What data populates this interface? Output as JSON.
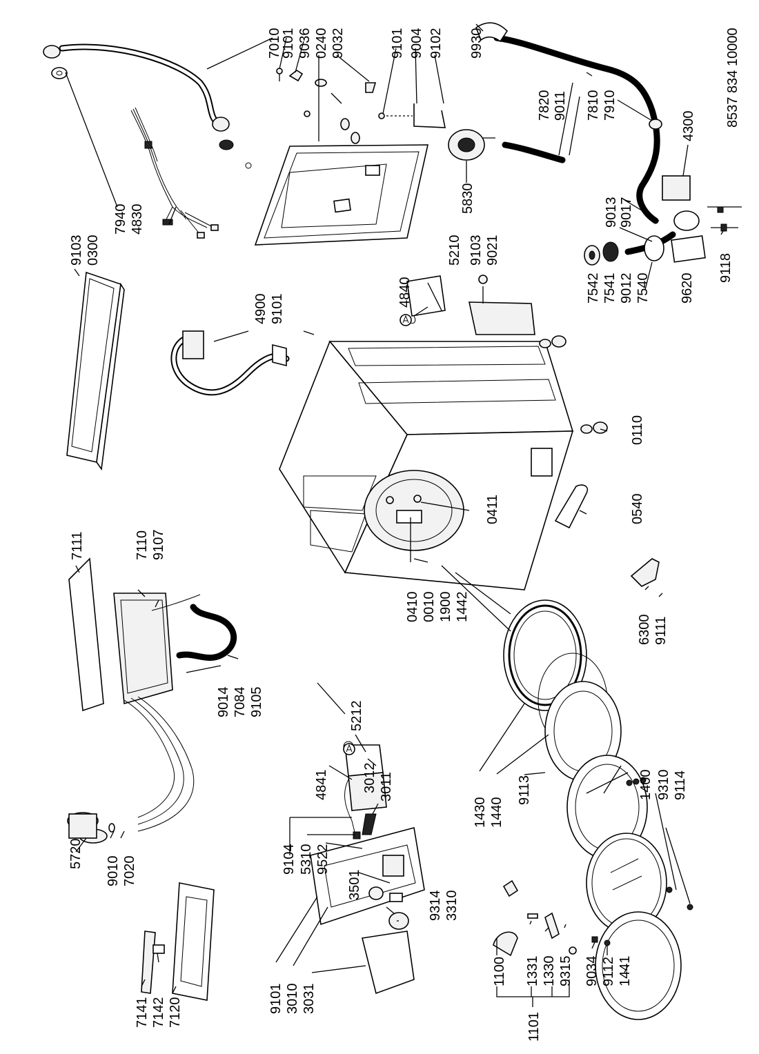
{
  "document_code": "8537 834 10000",
  "callouts": [
    "7010",
    "9101",
    "9036",
    "0240",
    "9032",
    "9101",
    "9004",
    "9102",
    "9930",
    "7820",
    "9011",
    "7810",
    "7910",
    "4300",
    "5830",
    "9013",
    "9017",
    "9103",
    "0300",
    "7940",
    "4830",
    "5210",
    "9103",
    "9021",
    "4840",
    "4900",
    "9101",
    "7542",
    "7541",
    "9012",
    "7540",
    "9620",
    "9118",
    "0110",
    "0411",
    "0540",
    "7111",
    "7110",
    "9107",
    "0410",
    "0010",
    "1900",
    "1442",
    "9014",
    "7084",
    "9105",
    "5212",
    "6300",
    "9111",
    "4841",
    "3012",
    "3011",
    "1430",
    "1440",
    "9113",
    "1400",
    "9310",
    "9114",
    "5720",
    "9104",
    "5310",
    "9522",
    "3501",
    "9010",
    "7020",
    "9314",
    "3310",
    "9101",
    "3010",
    "3031",
    "1100",
    "1331",
    "1330",
    "9315",
    "9034",
    "9112",
    "1441",
    "7141",
    "7142",
    "7120",
    "1101"
  ]
}
